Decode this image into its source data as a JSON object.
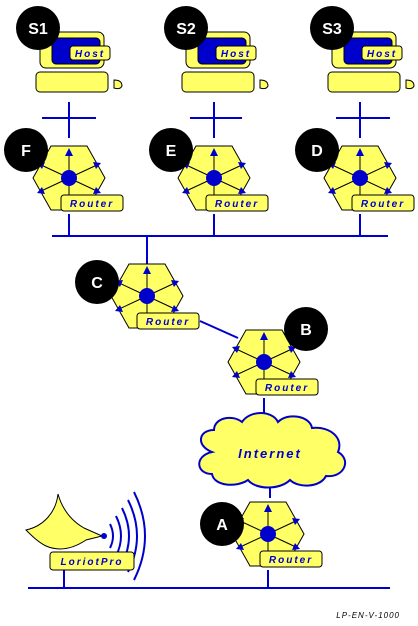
{
  "colors": {
    "accent_blue": "#0000cc",
    "device_yellow": "#ffff66",
    "outline": "#000000",
    "node_badge": "#000000"
  },
  "hosts": [
    {
      "id": "S1",
      "label": "Host"
    },
    {
      "id": "S2",
      "label": "Host"
    },
    {
      "id": "S3",
      "label": "Host"
    }
  ],
  "routers": [
    {
      "id": "F",
      "label": "Router"
    },
    {
      "id": "E",
      "label": "Router"
    },
    {
      "id": "D",
      "label": "Router"
    },
    {
      "id": "C",
      "label": "Router"
    },
    {
      "id": "B",
      "label": "Router"
    },
    {
      "id": "A",
      "label": "Router"
    }
  ],
  "cloud": {
    "label": "Internet",
    "icon": "cloud-icon"
  },
  "manager": {
    "label": "LoriotPro",
    "icon": "bird-antenna-icon"
  },
  "footer": "LP-EN-V-1000"
}
